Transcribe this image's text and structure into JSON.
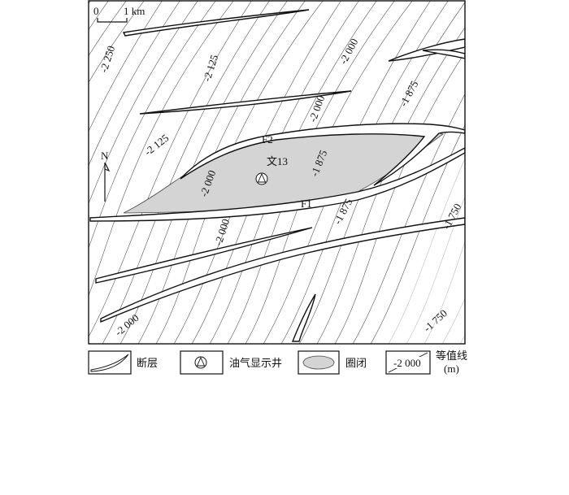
{
  "scale_bar": {
    "start": "0",
    "end": "1 km"
  },
  "north_arrow": {
    "label": "N"
  },
  "contour_labels": [
    "-2 250",
    "-2 125",
    "-2 000",
    "-1 875",
    "-2 125",
    "-2 000",
    "-2 000",
    "-1 875",
    "-2 000",
    "-1 875",
    "-1 750",
    "-2 000",
    "-1 750"
  ],
  "faults": {
    "f2": "F2",
    "f1": "F1"
  },
  "well": {
    "name": "文13"
  },
  "legend": {
    "fault": "断层",
    "oil_gas_well": "油气显示井",
    "trap": "圈闭",
    "contour_sample": "-2 000",
    "contour_line": "等值线",
    "contour_unit": "(m)"
  },
  "colors": {
    "trap_fill": "#d4d4d4",
    "line": "#111111",
    "contour_faint": "#bdbdbd"
  }
}
